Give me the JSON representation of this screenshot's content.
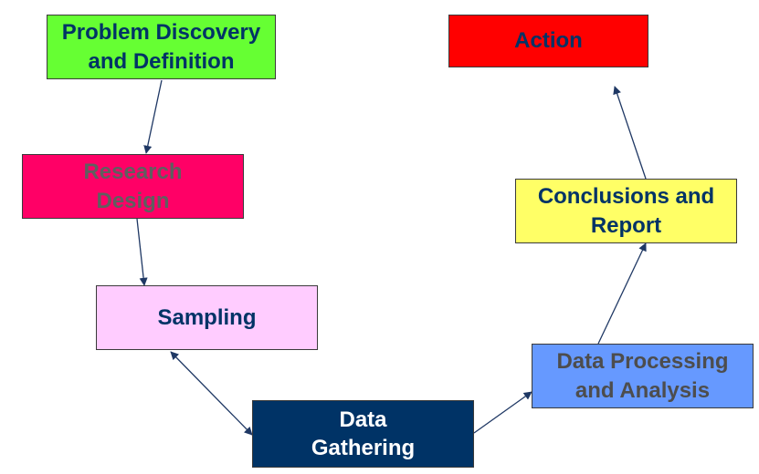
{
  "nodes": {
    "problem": {
      "label": "Problem Discovery\nand Definition",
      "fill": "#66ff33",
      "text": "#003366"
    },
    "research": {
      "label": "Research\nDesign",
      "fill": "#ff0066",
      "text": "#5f5f5f"
    },
    "sampling": {
      "label": "Sampling",
      "fill": "#ffccff",
      "text": "#003366"
    },
    "gathering": {
      "label": "Data\nGathering",
      "fill": "#003366",
      "text": "#ffffff"
    },
    "processing": {
      "label": "Data Processing\nand Analysis",
      "fill": "#6699ff",
      "text": "#4d4d4d"
    },
    "conclusions": {
      "label": "Conclusions and\nReport",
      "fill": "#ffff66",
      "text": "#003366"
    },
    "action": {
      "label": "Action",
      "fill": "#ff0000",
      "text": "#003366"
    }
  },
  "edges": [
    {
      "from": "problem",
      "to": "research",
      "bidirectional": false
    },
    {
      "from": "research",
      "to": "sampling",
      "bidirectional": false
    },
    {
      "from": "sampling",
      "to": "gathering",
      "bidirectional": true
    },
    {
      "from": "gathering",
      "to": "processing",
      "bidirectional": false
    },
    {
      "from": "processing",
      "to": "conclusions",
      "bidirectional": false
    },
    {
      "from": "conclusions",
      "to": "action",
      "bidirectional": false
    }
  ],
  "edge_color": "#1f3864"
}
